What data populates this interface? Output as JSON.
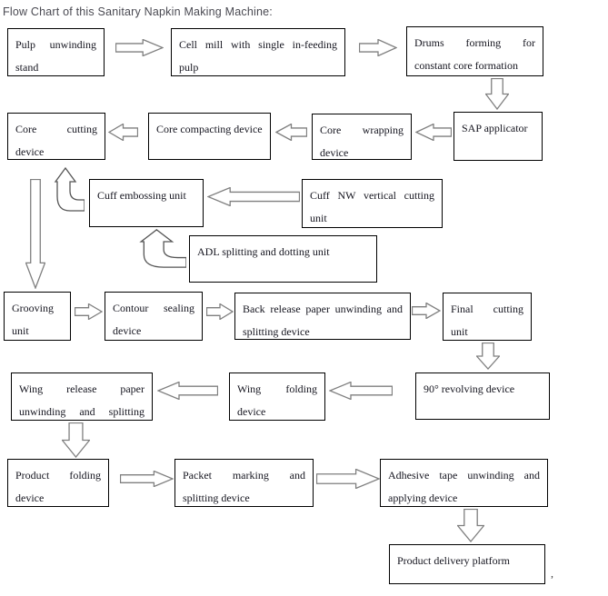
{
  "title": "Flow Chart of this Sanitary Napkin Making Machine:",
  "trailing_mark": ",",
  "boxes": {
    "pulp_unwinding": {
      "label": "Pulp unwinding stand"
    },
    "cell_mill": {
      "label": "Cell mill with single in-feeding pulp"
    },
    "drums_forming": {
      "label": "Drums forming for constant core formation"
    },
    "sap_applicator": {
      "label": "SAP applicator"
    },
    "core_wrapping": {
      "label": "Core wrapping device"
    },
    "core_compacting": {
      "label": "Core compacting device"
    },
    "core_cutting": {
      "label": "Core cutting device"
    },
    "cuff_embossing": {
      "label": "Cuff embossing unit"
    },
    "cuff_nw_cutting": {
      "label": "Cuff NW vertical cutting unit"
    },
    "adl_unit": {
      "label": "ADL splitting and dotting unit"
    },
    "grooving": {
      "label": "Grooving unit"
    },
    "contour_sealing": {
      "label": "Contour sealing device"
    },
    "back_release": {
      "label": "Back release paper unwinding and splitting device"
    },
    "final_cutting": {
      "label": "Final cutting unit"
    },
    "revolving_90": {
      "label": "90° revolving device"
    },
    "wing_folding": {
      "label": "Wing folding device"
    },
    "wing_release": {
      "label": "Wing release paper unwinding and splitting"
    },
    "product_folding": {
      "label": "Product folding device"
    },
    "packet_marking": {
      "label": "Packet marking and splitting device"
    },
    "adhesive_tape": {
      "label": "Adhesive tape unwinding and applying device"
    },
    "product_delivery": {
      "label": "Product delivery platform"
    }
  }
}
